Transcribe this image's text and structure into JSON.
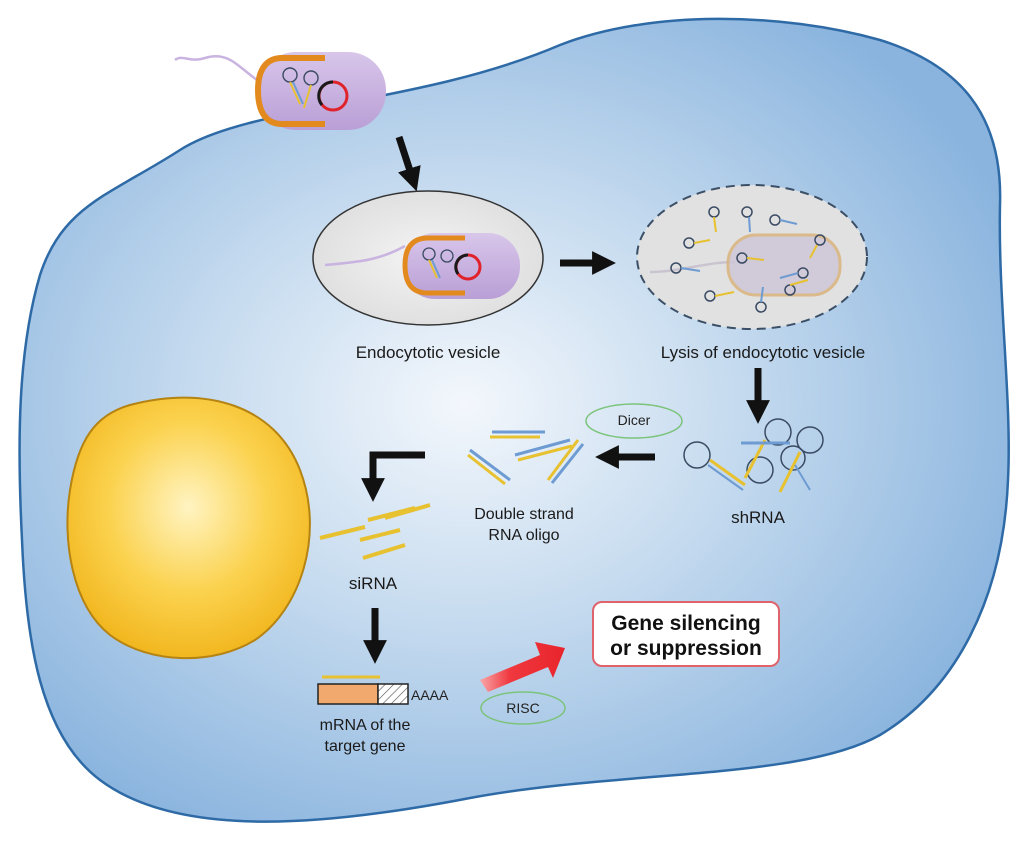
{
  "labels": {
    "endocytotic_vesicle": "Endocytotic vesicle",
    "lysis": "Lysis of endocytotic vesicle",
    "dicer": "Dicer",
    "shrna": "shRNA",
    "dsrna_line1": "Double strand",
    "dsrna_line2": "RNA oligo",
    "sirna": "siRNA",
    "mrna_line1": "mRNA of the",
    "mrna_line2": "target gene",
    "polya": "AAAA",
    "risc": "RISC",
    "outcome_line1": "Gene silencing",
    "outcome_line2": "or suppression"
  },
  "colors": {
    "cell_fill": "#9cc2e5",
    "cell_edge": "#2e6aa6",
    "nucleus": "#f6c12a",
    "bacterium": "#c9b3e0",
    "wall": "#e38a1e",
    "plasmid": "#e0232b",
    "rna_yellow": "#e7c12f",
    "rna_blue": "#6d9bd2",
    "arrow": "#111111",
    "risc_arrow": "#f0383f",
    "pill_edge": "#7cc47c",
    "box_edge": "#e0626b"
  }
}
